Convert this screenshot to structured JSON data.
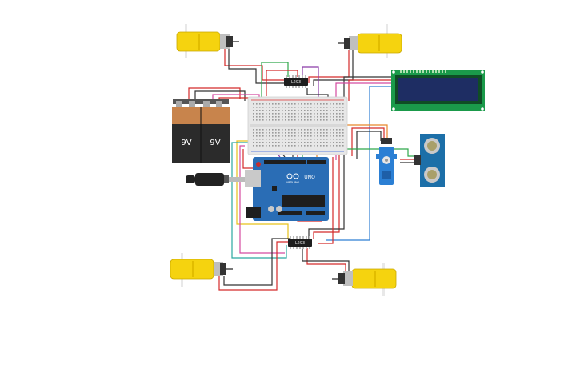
{
  "batteries": {
    "left_label": "9V",
    "right_label": "9V"
  },
  "arduino": {
    "model_label": "UNO",
    "brand_label": "ARDUINO"
  },
  "driver_top": {
    "label": "L293"
  },
  "driver_bottom": {
    "label": "L293"
  },
  "colors": {
    "motor_yellow": "#f5d30f",
    "battery_orange": "#c8844c",
    "battery_black": "#2b2b2b",
    "arduino_blue": "#2a6db5",
    "lcd_green": "#1a9a4a",
    "lcd_screen": "#1e2d63",
    "sonar_blue": "#1c6fa8",
    "servo_blue": "#2b7fd4",
    "wire_red": "#d42a2a",
    "wire_black": "#333333",
    "wire_green": "#2fa84a",
    "wire_orange": "#e8862a",
    "wire_purple": "#8a3aa8",
    "wire_blue": "#2f7fd4",
    "wire_yellow": "#e6c21a",
    "wire_pink": "#d44aa0",
    "wire_teal": "#2aa8a0"
  }
}
